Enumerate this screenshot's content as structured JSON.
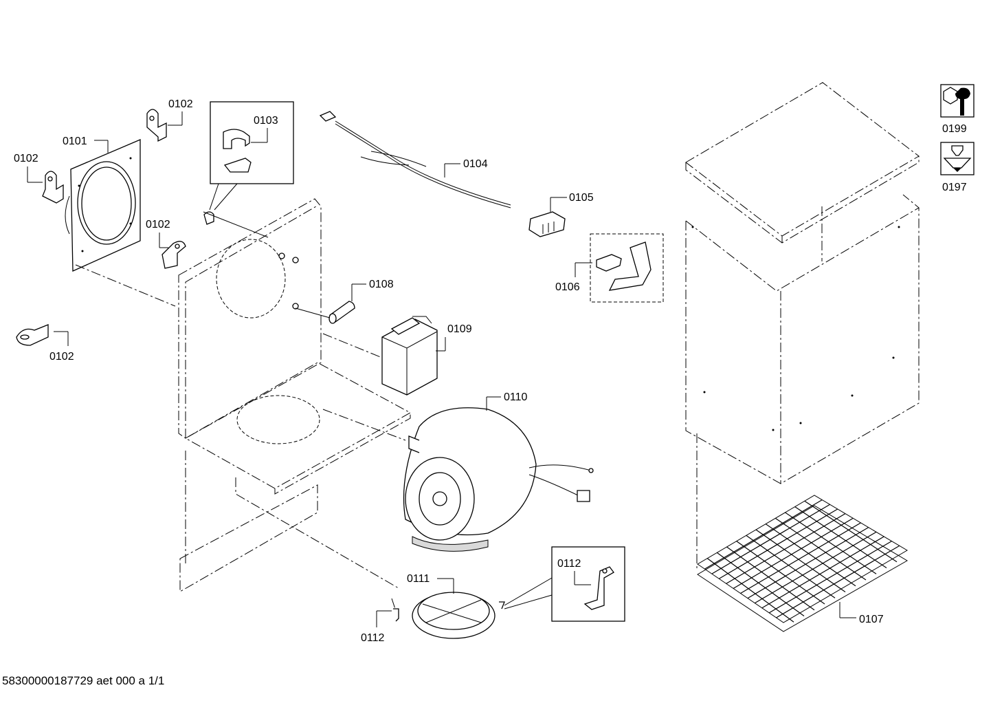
{
  "diagram": {
    "labels": {
      "p0101": "0101",
      "p0102_a": "0102",
      "p0102_b": "0102",
      "p0102_c": "0102",
      "p0102_d": "0102",
      "p0103": "0103",
      "p0104": "0104",
      "p0105": "0105",
      "p0106": "0106",
      "p0107": "0107",
      "p0108": "0108",
      "p0109": "0109",
      "p0110": "0110",
      "p0111": "0111",
      "p0112_a": "0112",
      "p0112_b": "0112",
      "p0197": "0197",
      "p0199": "0199"
    }
  },
  "footer": {
    "document_code": "58300000187729 aet 000 a 1/1"
  }
}
